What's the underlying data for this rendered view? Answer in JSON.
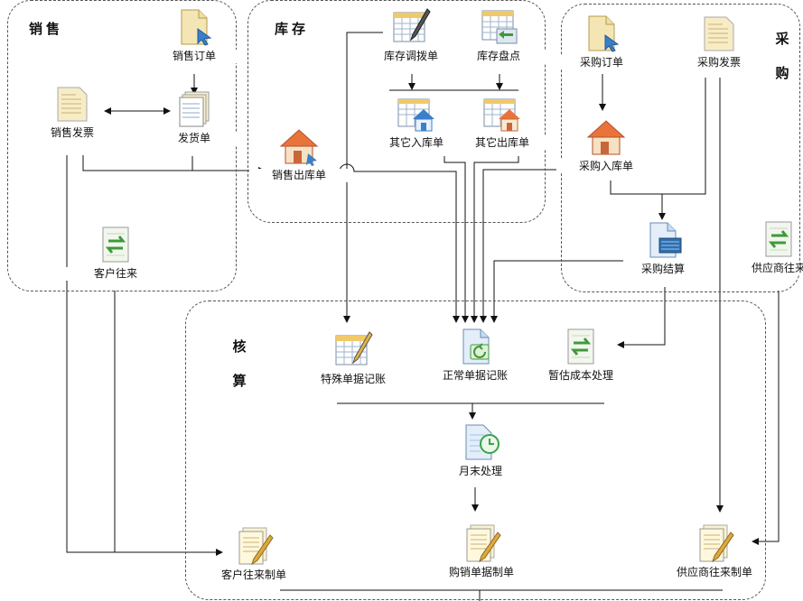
{
  "regions": {
    "sales": "销售",
    "inventory": "库存",
    "purchase": [
      "采",
      "购"
    ],
    "accounting": [
      "核",
      "算"
    ]
  },
  "nodes": {
    "sales_order": "销售订单",
    "sales_invoice": "销售发票",
    "delivery_note": "发货单",
    "customer_account": "客户往来",
    "stock_transfer": "库存调拨单",
    "stock_count": "库存盘点",
    "other_inbound": "其它入库单",
    "other_outbound": "其它出库单",
    "sales_outbound": "销售出库单",
    "purchase_order": "采购订单",
    "purchase_invoice": "采购发票",
    "purchase_inbound": "采购入库单",
    "purchase_settlement": "采购结算",
    "supplier_account": "供应商往来",
    "special_posting": "特殊单据记账",
    "normal_posting": "正常单据记账",
    "estimated_cost": "暂估成本处理",
    "month_end": "月末处理",
    "customer_voucher": "客户往来制单",
    "purchase_sales_voucher": "购销单据制单",
    "supplier_voucher": "供应商往来制单"
  },
  "icons": {
    "sales_order": "document-icon",
    "sales_invoice": "invoice-icon",
    "delivery_note": "stacked-documents-icon",
    "customer_account": "exchange-icon",
    "stock_transfer": "spreadsheet-pen-icon",
    "stock_count": "spreadsheet-icon",
    "other_inbound": "warehouse-icon",
    "other_outbound": "warehouse-icon",
    "sales_outbound": "warehouse-icon",
    "purchase_order": "document-icon",
    "purchase_invoice": "invoice-icon",
    "purchase_inbound": "warehouse-icon",
    "purchase_settlement": "settlement-icon",
    "supplier_account": "exchange-icon",
    "special_posting": "spreadsheet-pen-icon",
    "normal_posting": "posting-icon",
    "estimated_cost": "exchange-icon",
    "month_end": "clock-document-icon",
    "customer_voucher": "voucher-icon",
    "purchase_sales_voucher": "voucher-icon",
    "supplier_voucher": "voucher-icon"
  },
  "colors": {
    "line": "#111111",
    "region_border": "#555555",
    "house_roof": "#e8743b",
    "paper": "#f4e6b4",
    "arrow_blue": "#3a7fc8",
    "exchange_green": "#3f9a3a",
    "clock_green": "#3aa24a"
  }
}
